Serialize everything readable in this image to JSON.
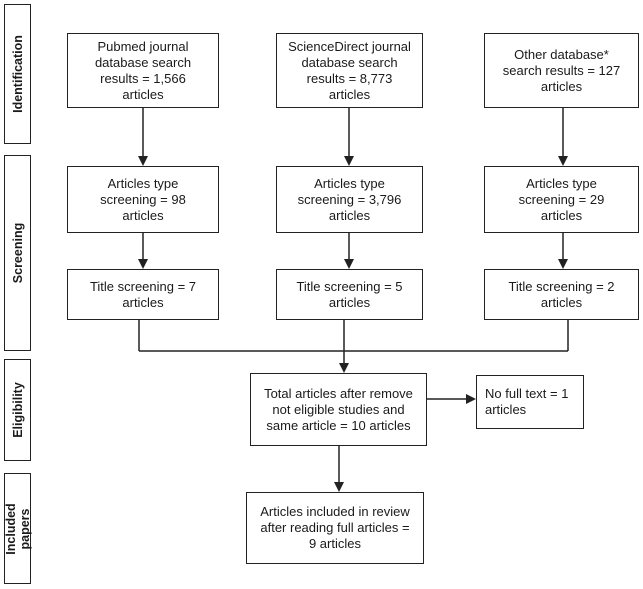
{
  "phases": {
    "identification": "Identification",
    "screening": "Screening",
    "eligibility": "Eligibility",
    "included": "Included\npapers"
  },
  "identification": {
    "pubmed": "Pubmed journal\ndatabase search\nresults = 1,566\narticles",
    "sciencedirect": "ScienceDirect journal\ndatabase search\nresults = 8,773\narticles",
    "other": "Other database*\nsearch results = 127\narticles"
  },
  "type_screening": {
    "pubmed": "Articles type\nscreening = 98\narticles",
    "sciencedirect": "Articles type\nscreening = 3,796\narticles",
    "other": "Articles type\nscreening = 29\narticles"
  },
  "title_screening": {
    "pubmed": "Title screening = 7\narticles",
    "sciencedirect": "Title screening = 5\narticles",
    "other": "Title screening = 2\narticles"
  },
  "eligibility": {
    "total": "Total articles after remove\nnot eligible studies and\nsame article = 10 articles",
    "excluded": "No full text = 1\narticles"
  },
  "included": {
    "final": "Articles included in review\nafter reading full articles =\n9 articles"
  },
  "colors": {
    "stroke": "#222222",
    "background": "#ffffff"
  }
}
